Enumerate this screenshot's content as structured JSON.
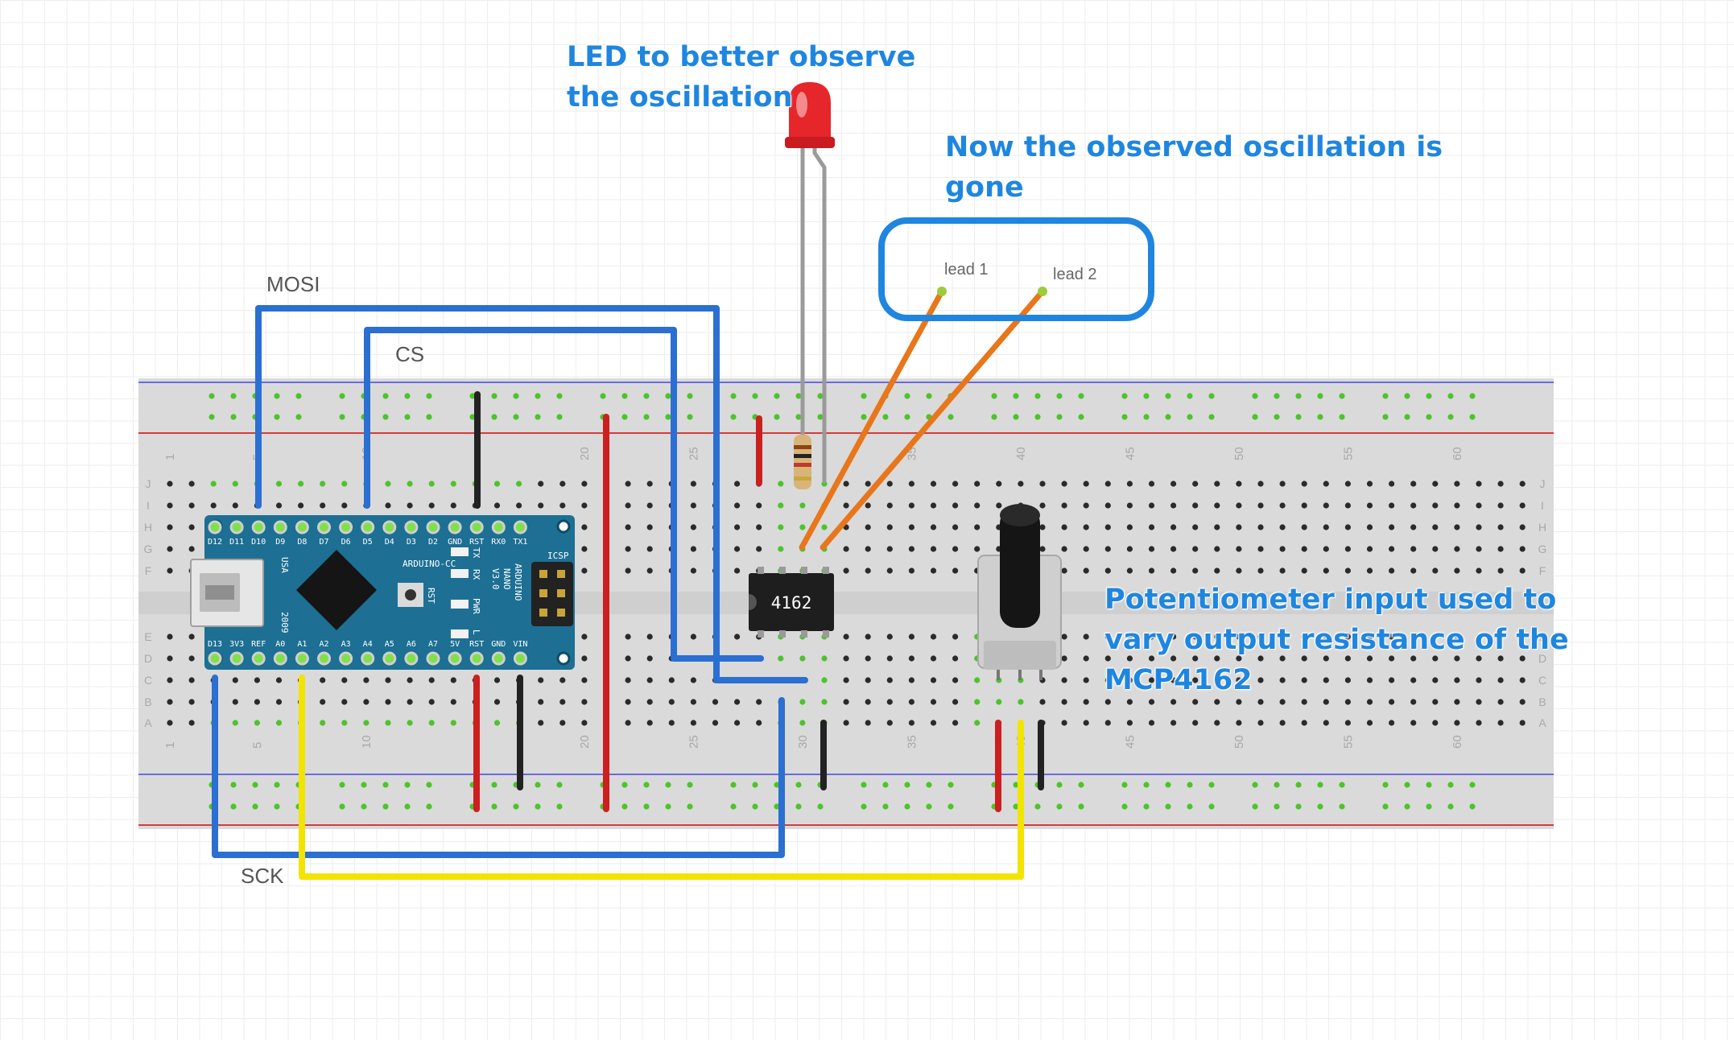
{
  "annotations": {
    "led_line1": "LED to better observe",
    "led_line2": "the oscillation",
    "osc_line1": "Now the observed oscillation is",
    "osc_line2": "gone",
    "pot_line1": "Potentiometer input used to",
    "pot_line2": "vary output resistance of the",
    "pot_line3": "MCP4162"
  },
  "wire_labels": {
    "mosi": "MOSI",
    "cs": "CS",
    "sck": "SCK"
  },
  "lead_labels": {
    "lead1": "lead 1",
    "lead2": "lead 2"
  },
  "chip": {
    "label": "4162"
  },
  "arduino": {
    "top_pins": [
      "D12",
      "D11",
      "D10",
      "D9",
      "D8",
      "D7",
      "D6",
      "D5",
      "D4",
      "D3",
      "D2",
      "GND",
      "RST",
      "RX0",
      "TX1"
    ],
    "bottom_pins": [
      "D13",
      "3V3",
      "REF",
      "A0",
      "A1",
      "A2",
      "A3",
      "A4",
      "A5",
      "A6",
      "A7",
      "5V",
      "RST",
      "GND",
      "VIN"
    ],
    "brand": "ARDUINO-CC",
    "model_line1": "ARDUINO",
    "model_line2": "NANO",
    "model_line3": "V3.0",
    "usa": "USA",
    "year": "2009",
    "icsp": "ICSP",
    "rst": "RST",
    "pwr": "PWR",
    "tx": "TX",
    "rx": "RX",
    "l": "L"
  },
  "breadboard": {
    "column_numbers": [
      "1",
      "5",
      "10",
      "20",
      "25",
      "30",
      "35",
      "40",
      "45",
      "50",
      "55",
      "60"
    ],
    "row_letters_top": [
      "J",
      "I",
      "H",
      "G",
      "F"
    ],
    "row_letters_bottom": [
      "E",
      "D",
      "C",
      "B",
      "A"
    ]
  },
  "colors": {
    "annotation_blue": "#1f86e0",
    "wire_blue": "#2a6fd1",
    "wire_red": "#cc1f1f",
    "wire_black": "#222222",
    "wire_yellow": "#f2e400",
    "wire_orange": "#e8761a",
    "arduino_teal": "#1d6f93"
  }
}
